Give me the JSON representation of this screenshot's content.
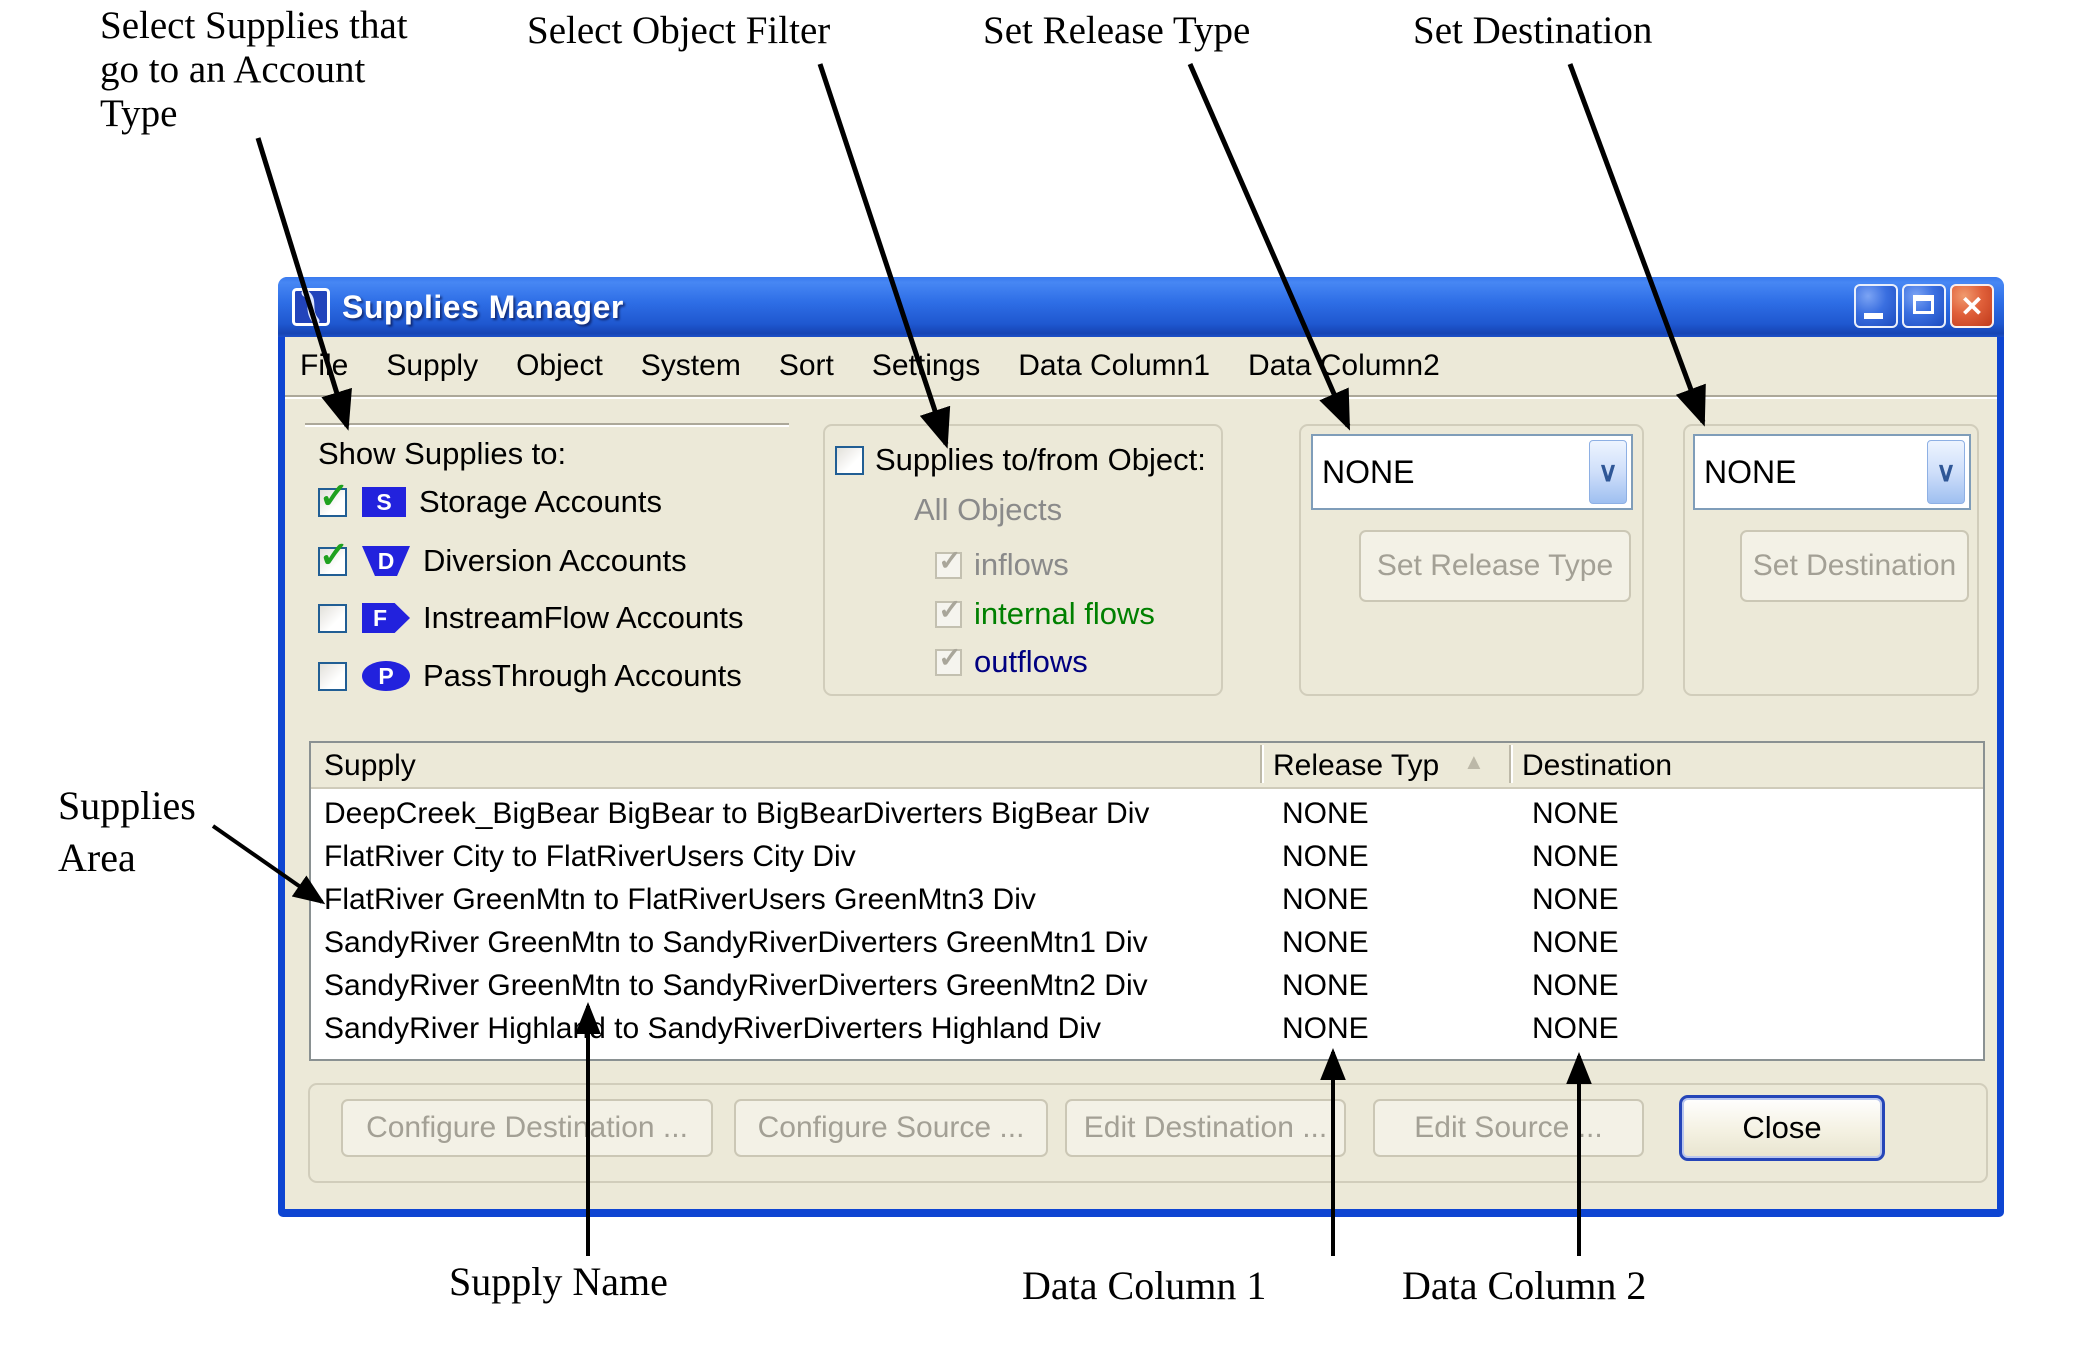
{
  "colors": {
    "titlebar_blue": "#2e6ee6",
    "window_border_blue": "#0e45d2",
    "client_bg": "#ece9d8",
    "account_icon_blue": "#2222dd",
    "check_green": "#1fa11f",
    "internal_flows_green": "#008000",
    "outflows_navy": "#000080",
    "disabled_text_gray": "#a3a095",
    "combo_border": "#7f9db9"
  },
  "icons": {
    "combo_chevron": "∨",
    "sort_asc": "▲",
    "close_glyph": "✕",
    "checkmark": "✓"
  },
  "annotations": {
    "account_type": {
      "line1": "Select Supplies that",
      "line2": "go to an Account",
      "line3": "Type"
    },
    "object_filter": "Select Object Filter",
    "release_type": "Set Release Type",
    "destination": "Set Destination",
    "supplies_area": {
      "line1": "Supplies",
      "line2": "Area"
    },
    "supply_name": "Supply Name",
    "data_column_1": "Data Column 1",
    "data_column_2": "Data Column 2"
  },
  "window": {
    "title": "Supplies Manager",
    "menu": [
      "File",
      "Supply",
      "Object",
      "System",
      "Sort",
      "Settings",
      "Data Column1",
      "Data Column2"
    ],
    "show_supplies": {
      "heading": "Show Supplies to:",
      "rows": [
        {
          "label": "Storage Accounts",
          "letter": "S",
          "check": "✓"
        },
        {
          "label": "Diversion Accounts",
          "letter": "D",
          "check": "✓"
        },
        {
          "label": "InstreamFlow Accounts",
          "letter": "F",
          "check": ""
        },
        {
          "label": "PassThrough Accounts",
          "letter": "P",
          "check": ""
        }
      ]
    },
    "object_filter": {
      "label": "Supplies to/from Object:",
      "check": "",
      "all_objects": "All Objects",
      "options": [
        {
          "label": "inflows",
          "check": "✓"
        },
        {
          "label": "internal flows",
          "check": "✓"
        },
        {
          "label": "outflows",
          "check": "✓"
        }
      ]
    },
    "release_type": {
      "combo_value": "NONE",
      "button": "Set Release Type"
    },
    "destination": {
      "combo_value": "NONE",
      "button": "Set Destination"
    },
    "table": {
      "columns": {
        "supply": "Supply",
        "release": "Release Typ",
        "destination": "Destination"
      },
      "rows": [
        {
          "supply": "DeepCreek_BigBear BigBear to BigBearDiverters BigBear Div",
          "release": "NONE",
          "destination": "NONE"
        },
        {
          "supply": "FlatRiver City to FlatRiverUsers City Div",
          "release": "NONE",
          "destination": "NONE"
        },
        {
          "supply": "FlatRiver GreenMtn to FlatRiverUsers GreenMtn3 Div",
          "release": "NONE",
          "destination": "NONE"
        },
        {
          "supply": "SandyRiver GreenMtn to SandyRiverDiverters GreenMtn1 Div",
          "release": "NONE",
          "destination": "NONE"
        },
        {
          "supply": "SandyRiver GreenMtn to SandyRiverDiverters GreenMtn2 Div",
          "release": "NONE",
          "destination": "NONE"
        },
        {
          "supply": "SandyRiver Highland to SandyRiverDiverters Highland Div",
          "release": "NONE",
          "destination": "NONE"
        }
      ]
    },
    "footer": {
      "configure_destination": "Configure Destination ...",
      "configure_source": "Configure Source ...",
      "edit_destination": "Edit Destination ...",
      "edit_source": "Edit Source ...",
      "close": "Close"
    }
  }
}
